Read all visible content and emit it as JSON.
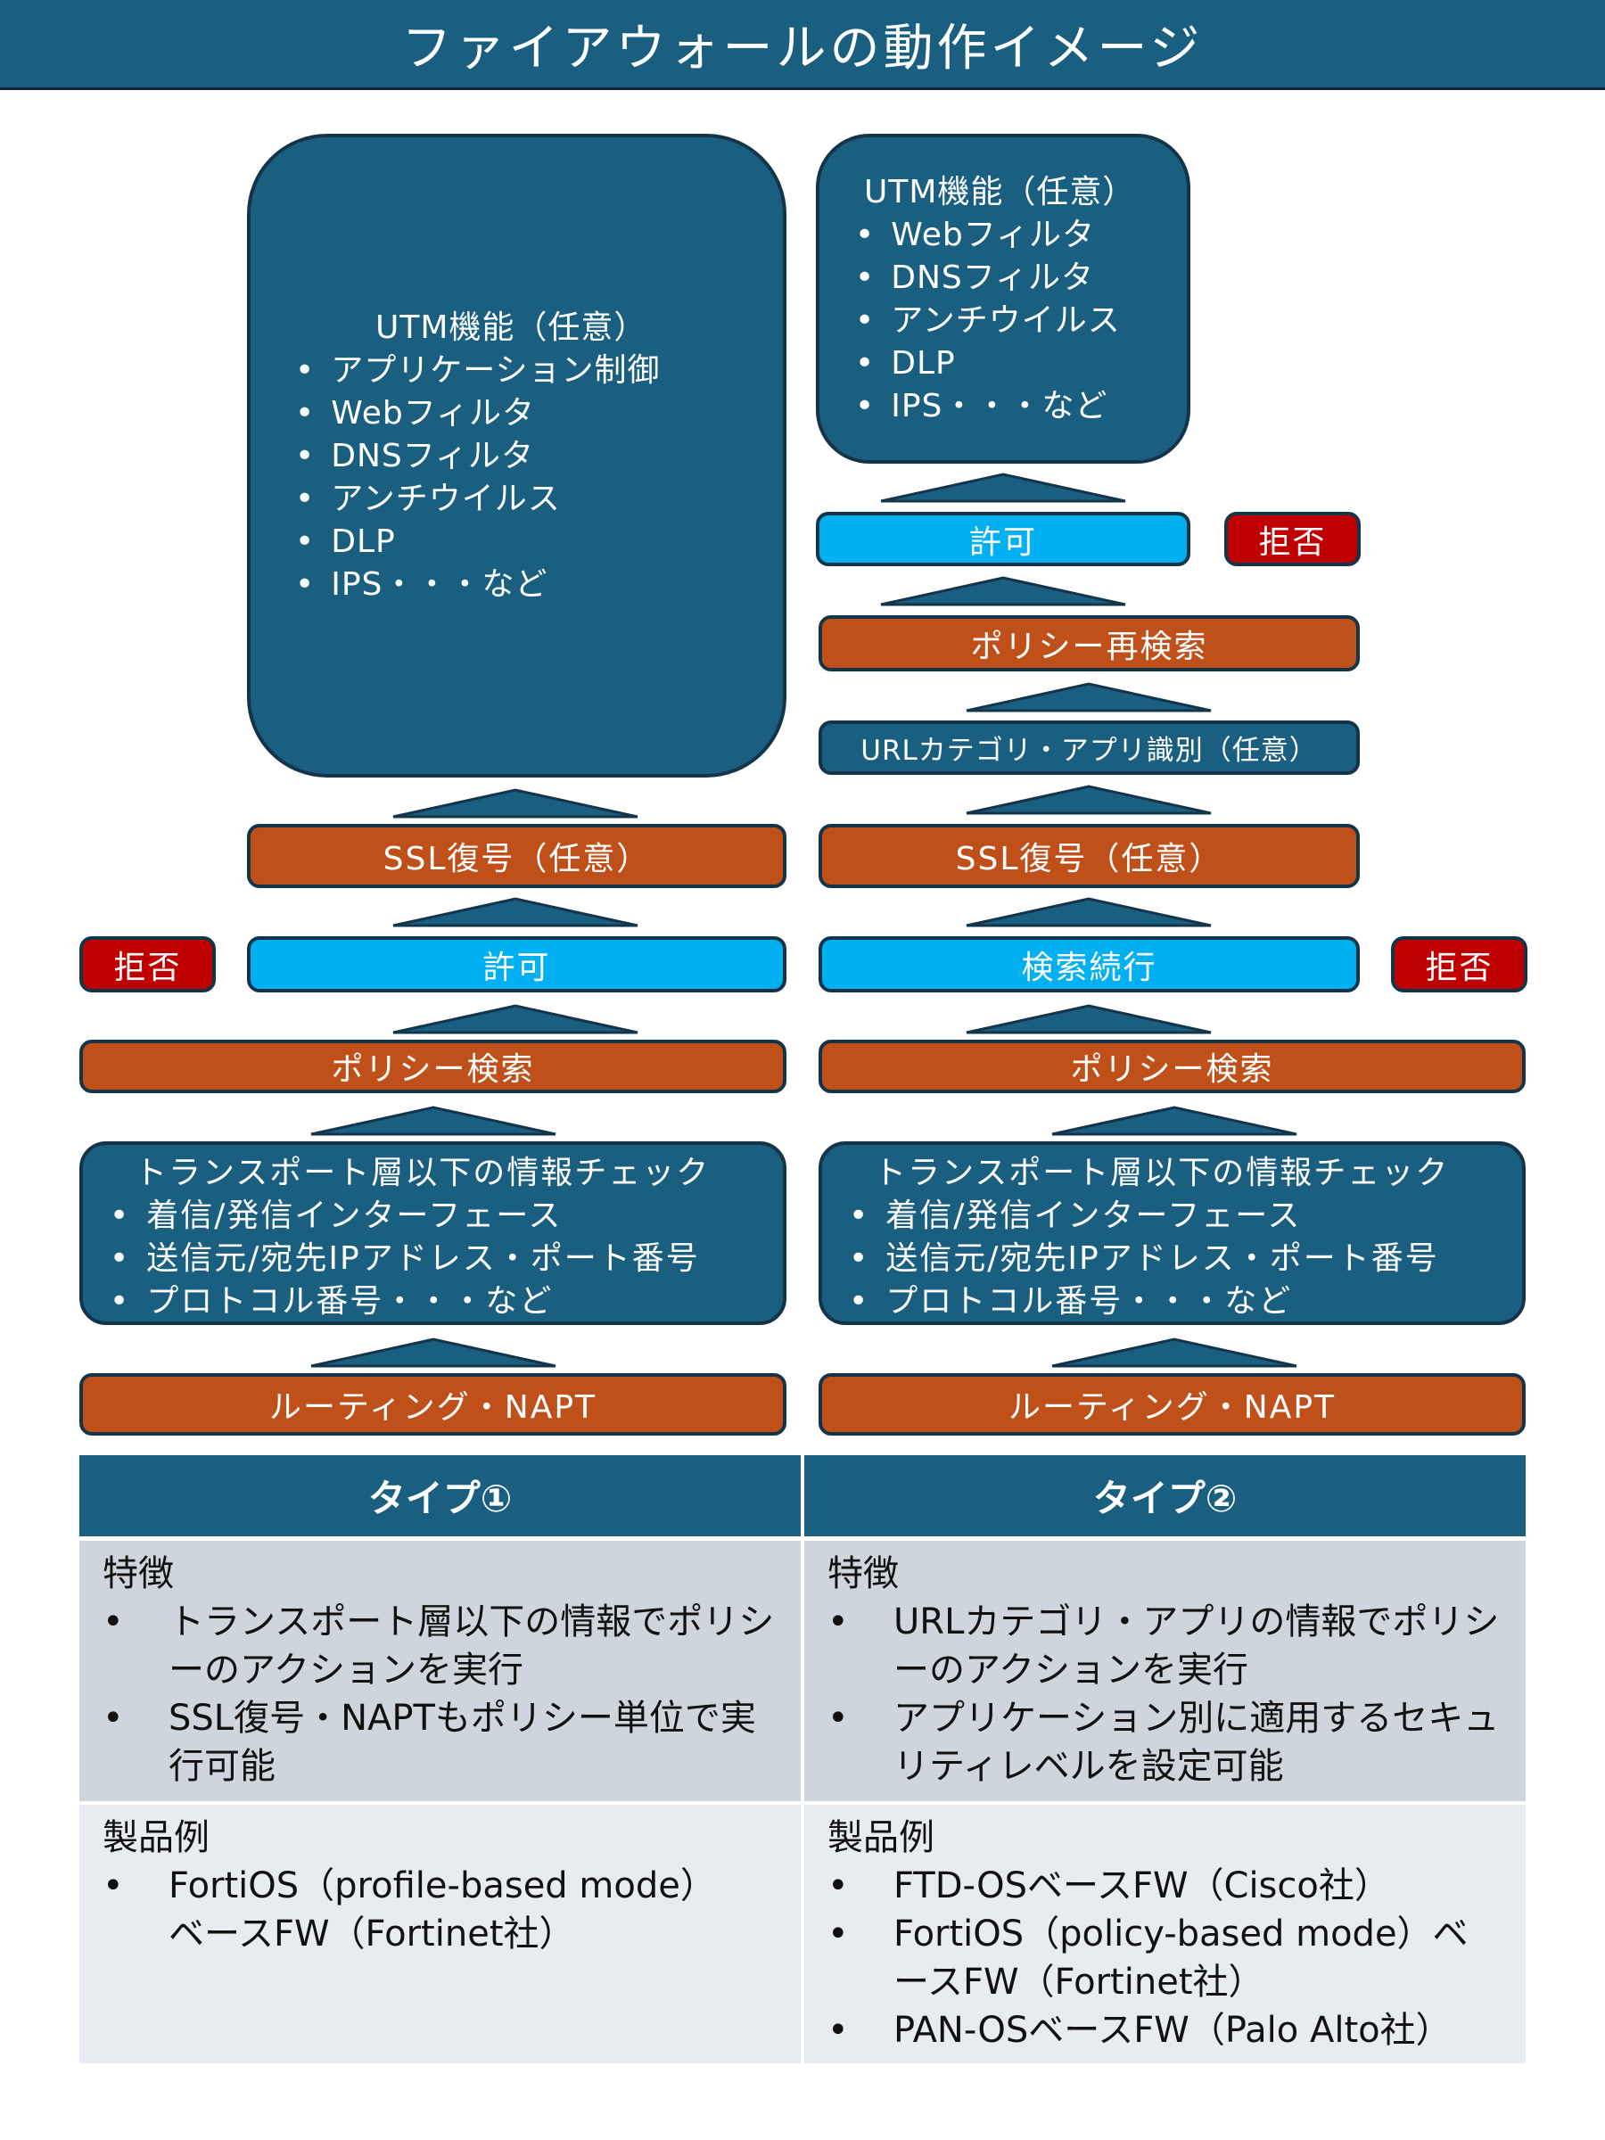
{
  "title": "ファイアウォールの動作イメージ",
  "colors": {
    "teal": "#1a5e80",
    "orange": "#c0501a",
    "cyan": "#00b0f0",
    "red": "#c00000"
  },
  "type1": {
    "utm_title": "UTM機能（任意）",
    "utm_items": [
      "アプリケーション制御",
      "Webフィルタ",
      "DNSフィルタ",
      "アンチウイルス",
      "DLP",
      "IPS・・・など"
    ],
    "ssl": "SSL復号（任意）",
    "deny": "拒否",
    "allow": "許可",
    "policy": "ポリシー検索",
    "transport_title": "トランスポート層以下の情報チェック",
    "transport_items": [
      "着信/発信インターフェース",
      "送信元/宛先IPアドレス・ポート番号",
      "プロトコル番号・・・など"
    ],
    "routing": "ルーティング・NAPT"
  },
  "type2": {
    "utm_title": "UTM機能（任意）",
    "utm_items": [
      "Webフィルタ",
      "DNSフィルタ",
      "アンチウイルス",
      "DLP",
      "IPS・・・など"
    ],
    "allow": "許可",
    "deny_top": "拒否",
    "policy_recheck": "ポリシー再検索",
    "url_app": "URLカテゴリ・アプリ識別（任意）",
    "ssl": "SSL復号（任意）",
    "continue": "検索続行",
    "deny": "拒否",
    "policy": "ポリシー検索",
    "transport_title": "トランスポート層以下の情報チェック",
    "transport_items": [
      "着信/発信インターフェース",
      "送信元/宛先IPアドレス・ポート番号",
      "プロトコル番号・・・など"
    ],
    "routing": "ルーティング・NAPT"
  },
  "table": {
    "headers": [
      "タイプ①",
      "タイプ②"
    ],
    "feature_label": "特徴",
    "product_label": "製品例",
    "features1": [
      "トランスポート層以下の情報でポリシーのアクションを実行",
      "SSL復号・NAPTもポリシー単位で実行可能"
    ],
    "features2": [
      "URLカテゴリ・アプリの情報でポリシーのアクションを実行",
      "アプリケーション別に適用するセキュリティレベルを設定可能"
    ],
    "products1": [
      "FortiOS（profile-based mode）ベースFW（Fortinet社）"
    ],
    "products2": [
      "FTD-OSベースFW（Cisco社）",
      "FortiOS（policy-based mode）ベースFW（Fortinet社）",
      "PAN-OSベースFW（Palo Alto社）"
    ]
  }
}
